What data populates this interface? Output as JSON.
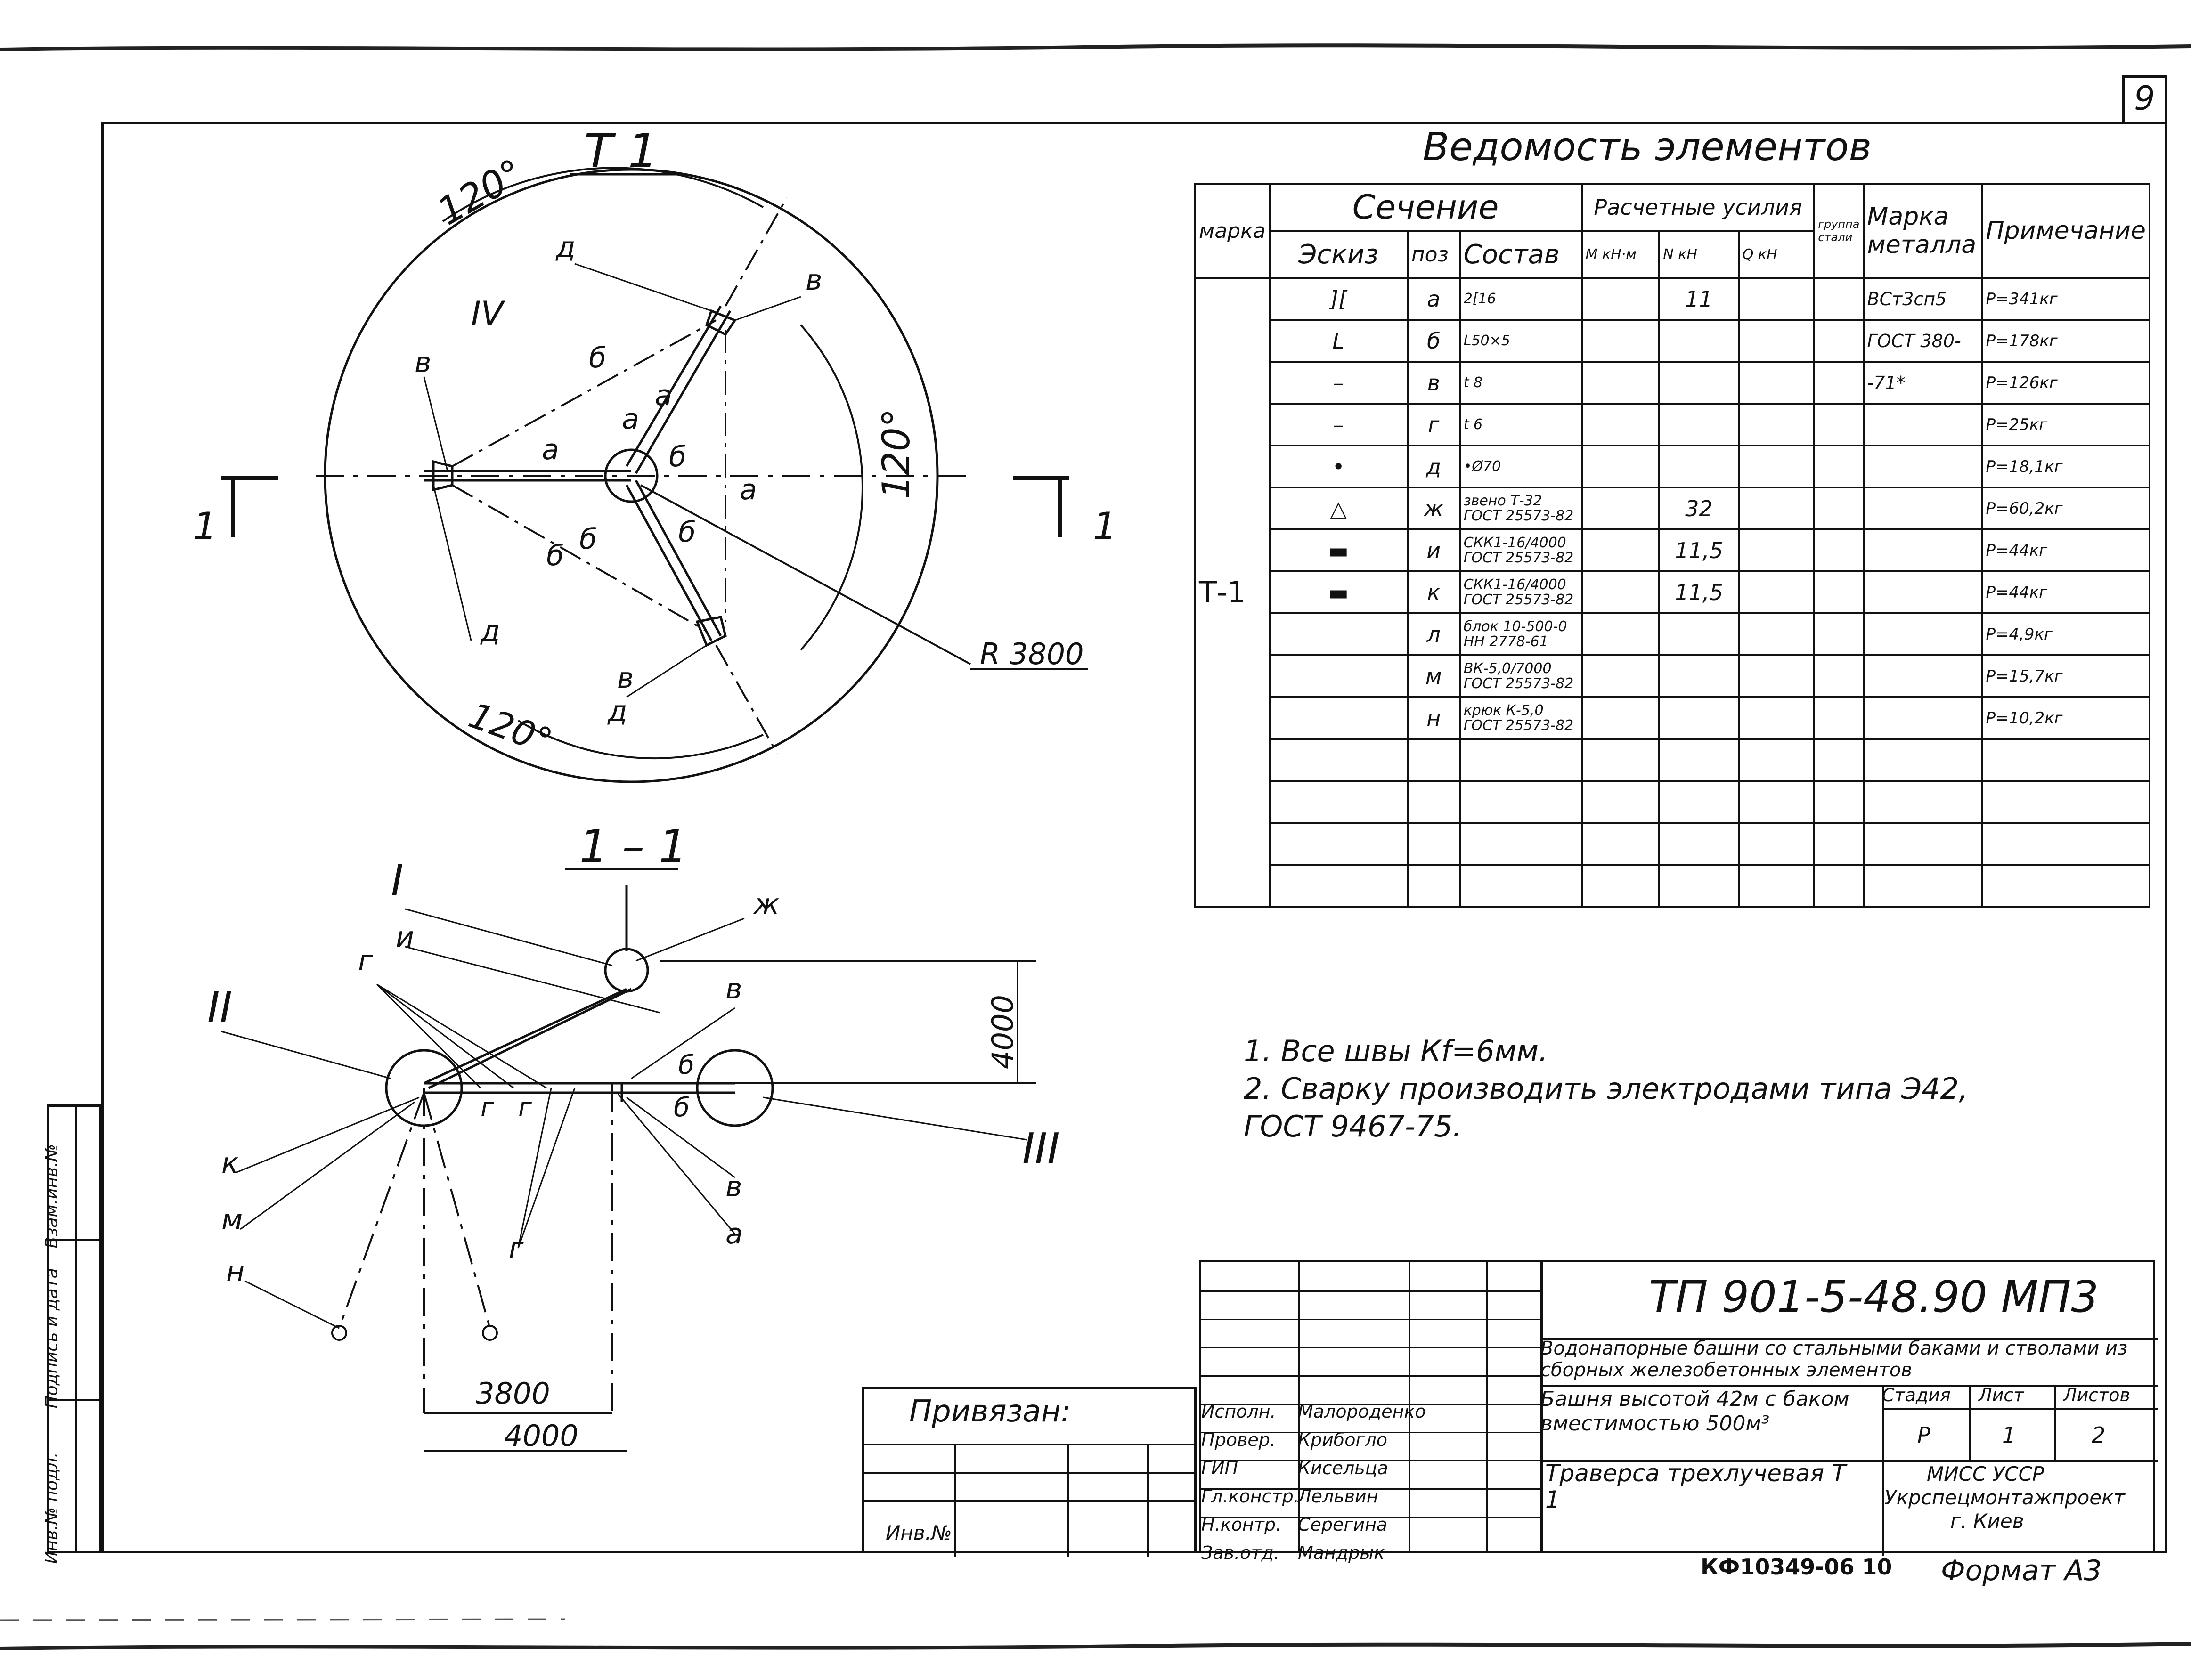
{
  "sheet_number": "9",
  "schedule": {
    "title": "Ведомость элементов",
    "headers": {
      "mark": "марка",
      "section": "Сечение",
      "sketch": "Эскиз",
      "pos": "поз",
      "composition": "Состав",
      "forces": "Расчетные усилия",
      "force_cols": [
        "М кН·м",
        "N кН",
        "Q кН"
      ],
      "steel_group": "группа стали",
      "steel": "Марка металла",
      "note": "Примечание"
    },
    "mark_value": "Т-1",
    "steel_values": [
      "ВСт3сп5",
      "ГОСТ 380-",
      "-71*"
    ],
    "rows": [
      {
        "sketch": "][",
        "pos": "а",
        "comp": "2[16",
        "N": "11",
        "note": "Р=341кг"
      },
      {
        "sketch": "L",
        "pos": "б",
        "comp": "L50×5",
        "N": "",
        "note": "Р=178кг"
      },
      {
        "sketch": "–",
        "pos": "в",
        "comp": "t 8",
        "N": "",
        "note": "Р=126кг"
      },
      {
        "sketch": "–",
        "pos": "г",
        "comp": "t 6",
        "N": "",
        "note": "Р=25кг"
      },
      {
        "sketch": "•",
        "pos": "д",
        "comp": "•Ø70",
        "N": "",
        "note": "Р=18,1кг"
      },
      {
        "sketch": "△",
        "pos": "ж",
        "comp": "звено Т-32 ГОСТ 25573-82",
        "N": "32",
        "note": "Р=60,2кг"
      },
      {
        "sketch": "▬",
        "pos": "и",
        "comp": "СКК1-16/4000 ГОСТ 25573-82",
        "N": "11,5",
        "note": "Р=44кг"
      },
      {
        "sketch": "▬",
        "pos": "к",
        "comp": "СКК1-16/4000 ГОСТ 25573-82",
        "N": "11,5",
        "note": "Р=44кг"
      },
      {
        "sketch": "",
        "pos": "л",
        "comp": "блок 10-500-0 НН 2778-61",
        "N": "",
        "note": "Р=4,9кг"
      },
      {
        "sketch": "",
        "pos": "м",
        "comp": "ВК-5,0/7000 ГОСТ 25573-82",
        "N": "",
        "note": "Р=15,7кг"
      },
      {
        "sketch": "",
        "pos": "н",
        "comp": "крюк К-5,0 ГОСТ 25573-82",
        "N": "",
        "note": "Р=10,2кг"
      }
    ]
  },
  "notes": [
    "1. Все швы Кf=6мм.",
    "2. Сварку производить электродами типа Э42,",
    "ГОСТ 9467-75."
  ],
  "plan": {
    "title": "Т 1",
    "angle_labels": [
      "120°",
      "120°",
      "120°"
    ],
    "radius_label": "R 3800",
    "section_marks": [
      "1",
      "1"
    ],
    "node_label": "IV",
    "part_labels": [
      "д",
      "в",
      "б",
      "в",
      "б",
      "а",
      "б",
      "а",
      "д",
      "в",
      "д",
      "б",
      "а",
      "б",
      "а"
    ]
  },
  "section": {
    "title": "1 – 1",
    "dim_vertical": "4000",
    "dim_horiz_top": "3800",
    "dim_horiz_bottom": "4000",
    "node_labels": [
      "I",
      "II",
      "III"
    ],
    "part_labels": [
      "ж",
      "и",
      "г",
      "в",
      "г",
      "г",
      "б",
      "б",
      "в",
      "а",
      "г",
      "к",
      "м",
      "н"
    ]
  },
  "title_block": {
    "code": "ТП 901-5-48.90   МП3",
    "project": "Водонапорные башни со стальными баками и стволами из сборных железобетонных элементов",
    "object": "Башня высотой 42м с баком вместимостью 500м³",
    "drawing": "Траверса трехлучевая Т 1",
    "org": [
      "МИСС УССР",
      "Укрспецмонтажпроект",
      "г. Киев"
    ],
    "stage_headers": [
      "Стадия",
      "Лист",
      "Листов"
    ],
    "stage_values": [
      "Р",
      "1",
      "2"
    ],
    "roles": [
      "Исполн.",
      "Провер.",
      "ГИП",
      "Гл.констр.",
      "Н.контр.",
      "Зав.отд."
    ],
    "names": [
      "Малороденко",
      "Крибогло",
      "Кисельца",
      "Лельвин",
      "Серегина",
      "Мандрык"
    ],
    "privyazan": "Привязан:",
    "inv": "Инв.№",
    "stamp": "КФ10349-06  10",
    "format": "Формат А3"
  },
  "side_stamp": [
    "Инв.№ подл.",
    "Подпись и дата",
    "Взам.инв.№"
  ]
}
